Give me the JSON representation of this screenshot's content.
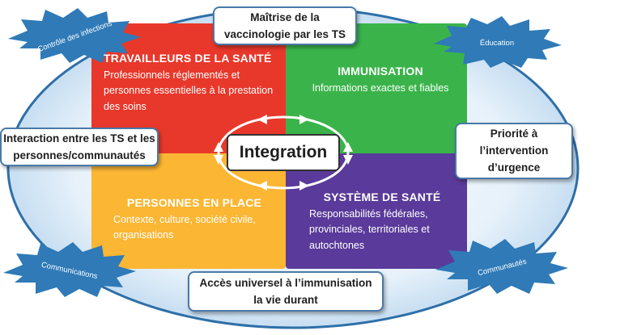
{
  "colors": {
    "ellipse_fill": "#cfe4f3",
    "ellipse_stroke": "#2e6fa8",
    "quad_red": "#e8382b",
    "quad_green": "#3ab44a",
    "quad_yellow": "#fbb633",
    "quad_purple": "#5a3a9a",
    "burst": "#2f7ab7"
  },
  "quadrants": {
    "top_left": {
      "title": "TRAVAILLEURS DE LA SANTÉ",
      "body": "Professionnels réglementés et personnes essentielles à la prestation des soins"
    },
    "top_right": {
      "title": "IMMUNISATION",
      "body": "Informations exactes et fiables"
    },
    "bottom_left": {
      "title": "PERSONNES EN PLACE",
      "body": "Contexte, culture, société civile, organisations"
    },
    "bottom_right": {
      "title": "SYSTÈME DE SANTÉ",
      "body": "Responsabilités fédérales, provinciales, territoriales et autochtones"
    }
  },
  "center_label": "Integration",
  "boxes": {
    "top": [
      "Maîtrise de la",
      "vaccinologie par les TS"
    ],
    "left": [
      "Interaction entre les TS et les",
      "personnes/communautés"
    ],
    "right": [
      "Priorité à",
      "l’intervention",
      "d’urgence"
    ],
    "bottom": [
      "Accès universel à l’immunisation",
      "la vie durant"
    ]
  },
  "bursts": {
    "top_left": "Contrôle des infections",
    "top_right": "Éducation",
    "bottom_left": "Communications",
    "bottom_right": "Communautés"
  },
  "icons": {
    "arrows": "double-headed-arrow-icon"
  }
}
